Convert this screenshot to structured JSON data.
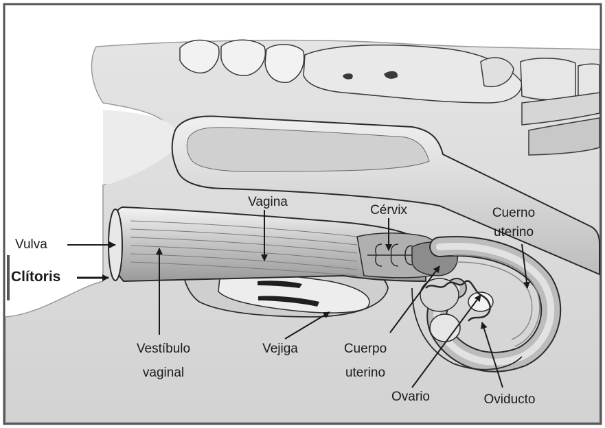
{
  "labels": {
    "vulva": "Vulva",
    "clitoris": "Clítoris",
    "vagina": "Vagina",
    "cervix": "Cérvix",
    "cuerno_uterino": [
      "Cuerno",
      "uterino"
    ],
    "vestibulo_vaginal": [
      "Vestíbulo",
      "vaginal"
    ],
    "vejiga": "Vejiga",
    "cuerpo_uterino": [
      "Cuerpo",
      "uterino"
    ],
    "ovario": "Ovario",
    "oviducto": "Oviducto"
  },
  "colors": {
    "background": "#ffffff",
    "frame": "#555555",
    "body_fill": "#d9d9d9",
    "organ_dark": "#8a8a8a",
    "organ_mid": "#b5b5b5",
    "organ_light": "#ececec",
    "outline": "#2a2a2a"
  }
}
